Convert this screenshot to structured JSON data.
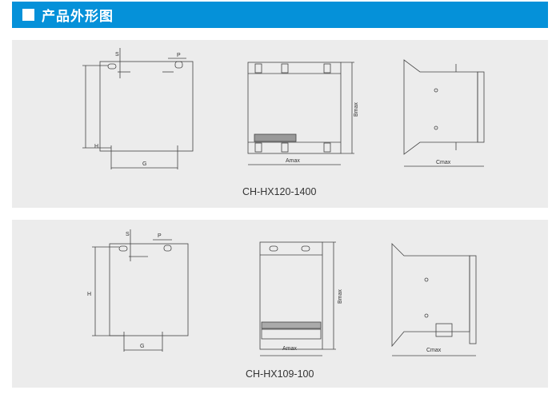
{
  "header": {
    "title": "产品外形图"
  },
  "labels": {
    "s": "S",
    "p": "P",
    "h": "H",
    "g": "G",
    "amax": "Amax",
    "bmax": "Bmax",
    "cmax": "Cmax"
  },
  "models": [
    {
      "name": "CH-HX120-1400"
    },
    {
      "name": "CH-HX109-100"
    }
  ]
}
